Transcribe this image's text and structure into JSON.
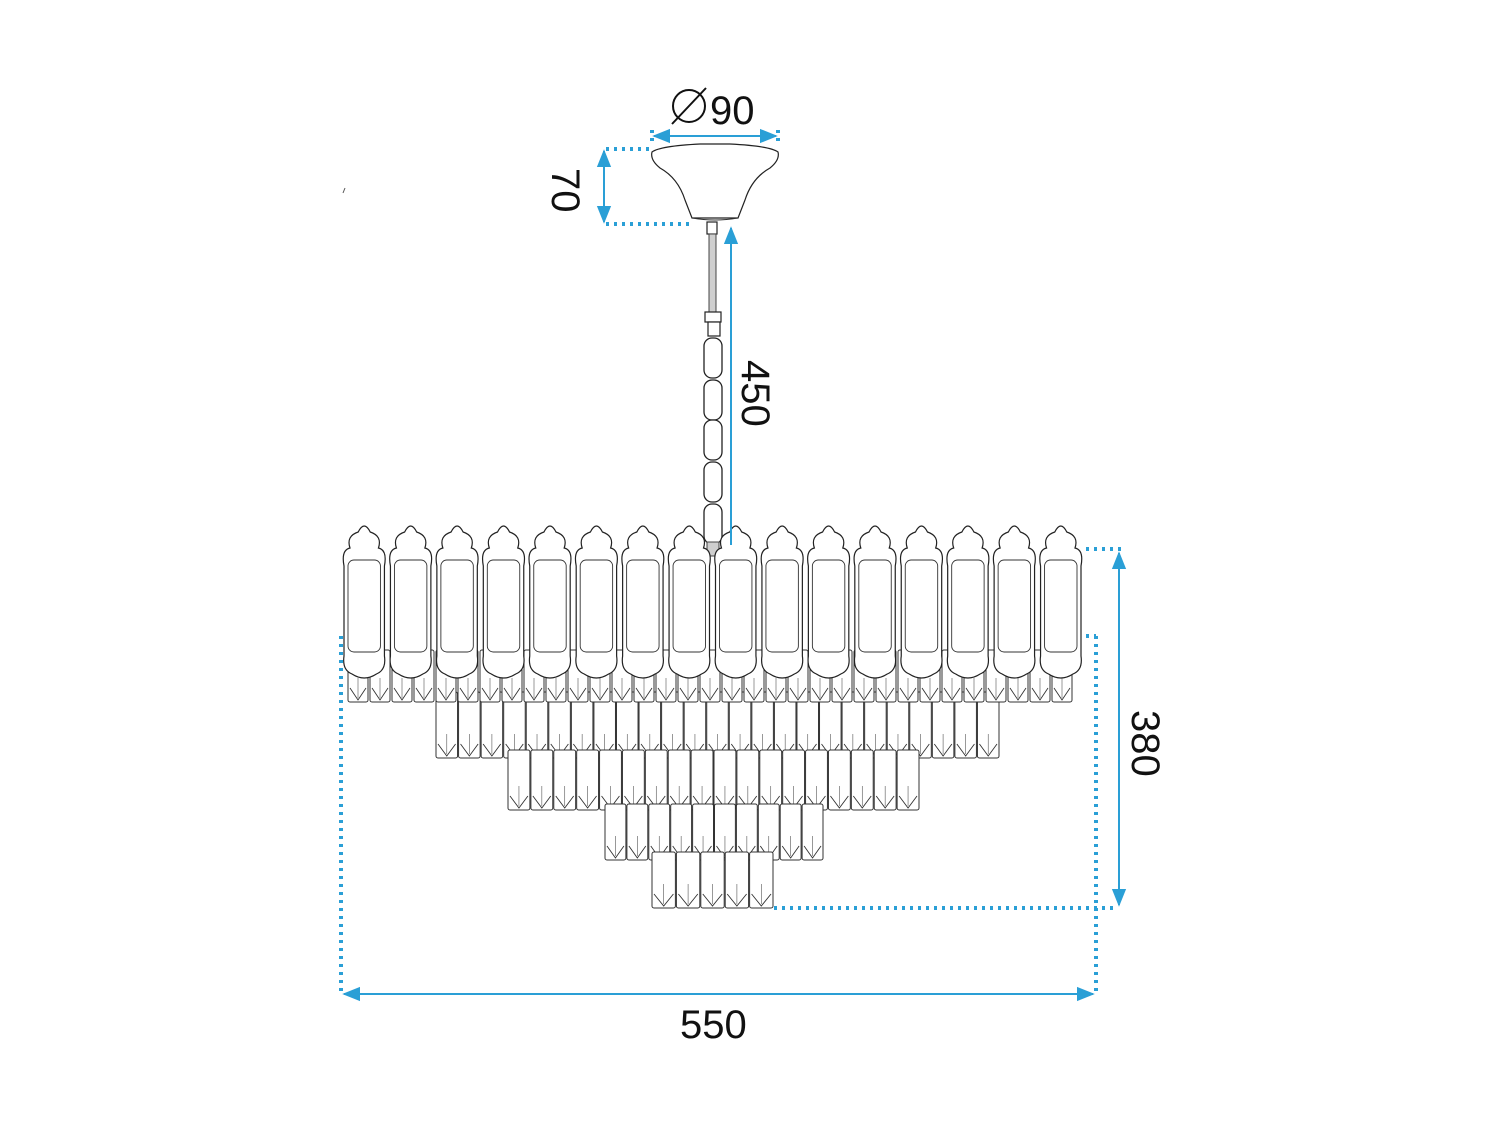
{
  "dimensions": {
    "canopy_diameter": "90",
    "canopy_height": "70",
    "suspension_length": "450",
    "body_height": "380",
    "overall_width": "550"
  },
  "colors": {
    "dimension_line": "#2a9fd6",
    "outline": "#222222",
    "text": "#111111",
    "background": "#ffffff"
  },
  "icons": {
    "diameter_symbol": "diameter-icon"
  }
}
